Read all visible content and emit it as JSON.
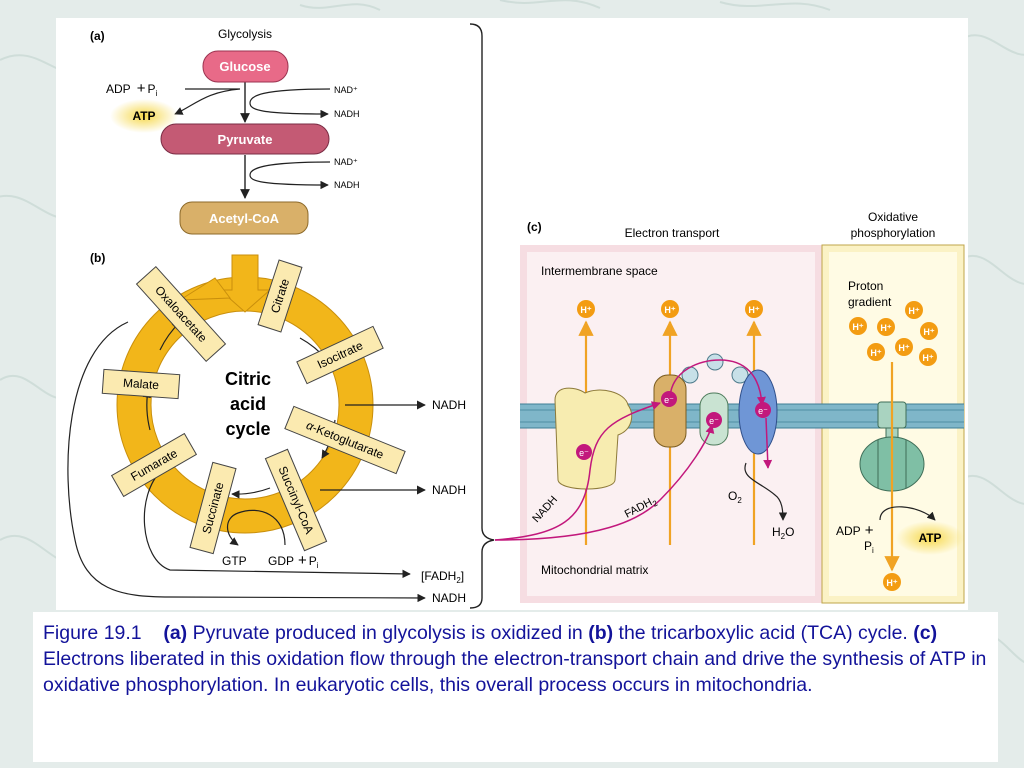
{
  "colors": {
    "citric_ring": "#f2b61a",
    "label_box": "#fbeab0",
    "glucose": "#e86a88",
    "pyruvate": "#c45a74",
    "acetyl": "#d9b069",
    "membrane": "#7fb6c9",
    "electron_path": "#c2187c",
    "proton_arrow": "#f0a324",
    "proton_ball": "#f39c12",
    "caption_text": "#13139a",
    "atp_glow": "#f6d84a"
  },
  "panel_a": {
    "label": "(a)",
    "title": "Glycolysis",
    "glucose": "Glucose",
    "pyruvate": "Pyruvate",
    "acetyl_coa": "Acetyl-CoA",
    "adp": "ADP",
    "plus": "+",
    "p": "P",
    "sub_i": "i",
    "atp": "ATP",
    "nad_plus": "NAD⁺",
    "nadh": "NADH"
  },
  "panel_b": {
    "label": "(b)",
    "center_line1": "Citric",
    "center_line2": "acid",
    "center_line3": "cycle",
    "oxaloacetate": "Oxaloacetate",
    "citrate": "Citrate",
    "isocitrate": "Isocitrate",
    "ketoglutarate": "-Ketoglutarate",
    "alpha": "α",
    "succinyl_coa": "Succinyl-CoA",
    "succinate": "Succinate",
    "fumarate": "Fumarate",
    "malate": "Malate",
    "nadh": "NADH",
    "gtp": "GTP",
    "gdp": "GDP",
    "plus": "+",
    "p": "P",
    "sub_i": "i",
    "fadh2_open": "[FADH",
    "fadh2_sub": "2",
    "fadh2_close": "]"
  },
  "panel_c": {
    "label": "(c)",
    "electron_transport": "Electron transport",
    "oxidative_line1": "Oxidative",
    "oxidative_line2": "phosphorylation",
    "intermembrane": "Intermembrane space",
    "matrix": "Mitochondrial matrix",
    "proton_gradient_line1": "Proton",
    "proton_gradient_line2": "gradient",
    "h_plus": "H⁺",
    "e_minus": "e⁻",
    "nadh": "NADH",
    "fadh": "FADH",
    "sub_2": "2",
    "o": "O",
    "h": "H",
    "adp": "ADP",
    "plus": "+",
    "p": "P",
    "sub_i": "i",
    "atp": "ATP"
  },
  "caption": {
    "figure_number": "Figure 19.1",
    "a_tag": "(a)",
    "part1": " Pyruvate produced in glycolysis is oxidized in ",
    "b_tag": "(b)",
    "part2": " the tricarboxylic acid (TCA) cycle. ",
    "c_tag": "(c)",
    "part3": " Electrons liberated in this oxidation flow through the electron-transport chain and drive the synthesis of ATP in oxidative phosphorylation. In eukaryotic cells, this overall process occurs in mitochondria."
  }
}
